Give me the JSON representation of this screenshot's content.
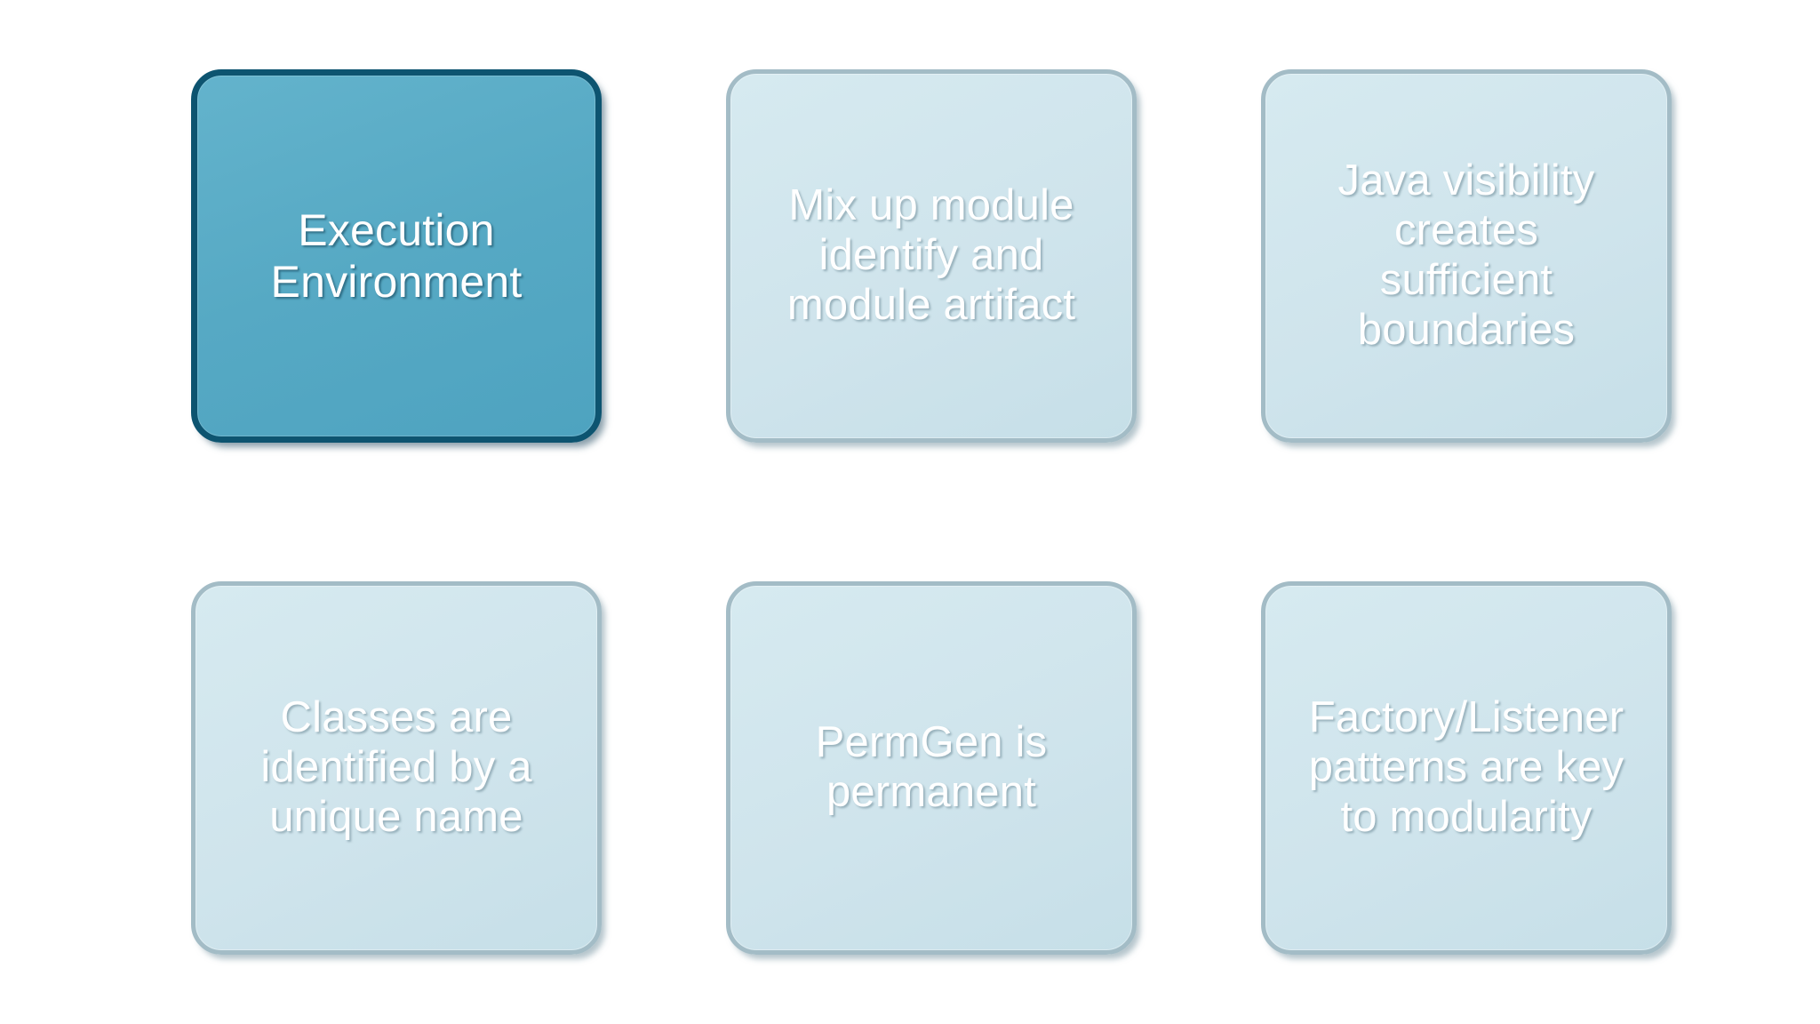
{
  "slide": {
    "background_color": "#ffffff",
    "layout": "3x2-grid",
    "tiles": [
      {
        "id": "execution-environment",
        "text": "Execution\nEnvironment",
        "state": "highlighted",
        "fill_color": "#56a9c4",
        "border_color": "#0d5470",
        "text_color": "#ffffff"
      },
      {
        "id": "module-identity-artifact",
        "text": "Mix up module\nidentify and\nmodule artifact",
        "state": "normal",
        "fill_color": "#cfe4ec",
        "border_color": "#a3bcc6",
        "text_color": "#ffffff"
      },
      {
        "id": "java-visibility",
        "text": "Java visibility\ncreates\nsufficient\nboundaries",
        "state": "normal",
        "fill_color": "#cfe4ec",
        "border_color": "#a3bcc6",
        "text_color": "#ffffff"
      },
      {
        "id": "class-unique-name",
        "text": "Classes are\nidentified by a\nunique name",
        "state": "normal",
        "fill_color": "#cfe4ec",
        "border_color": "#a3bcc6",
        "text_color": "#ffffff"
      },
      {
        "id": "permgen-permanent",
        "text": "PermGen is\npermanent",
        "state": "normal",
        "fill_color": "#cfe4ec",
        "border_color": "#a3bcc6",
        "text_color": "#ffffff"
      },
      {
        "id": "factory-listener-patterns",
        "text": "Factory/Listener\npatterns are key\nto modularity",
        "state": "normal",
        "fill_color": "#cfe4ec",
        "border_color": "#a3bcc6",
        "text_color": "#ffffff"
      }
    ]
  }
}
